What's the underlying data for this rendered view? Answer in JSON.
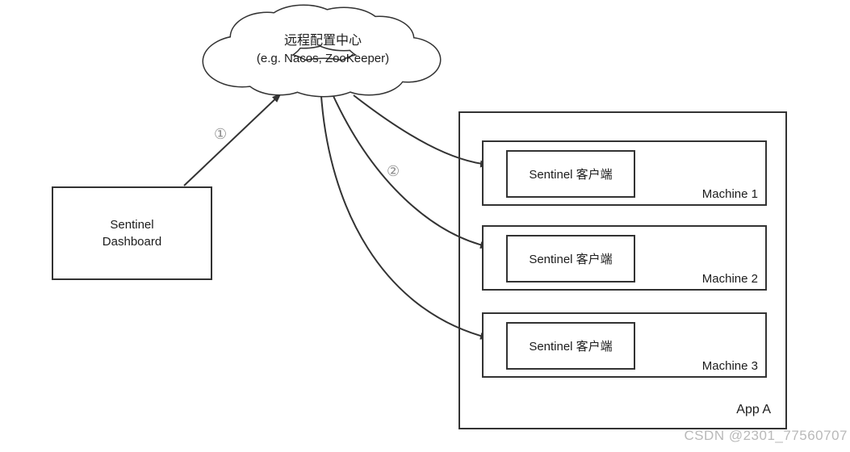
{
  "diagram": {
    "cloud": {
      "title": "远程配置中心",
      "subtitle": "(e.g. Nacos, ZooKeeper)"
    },
    "dashboard": {
      "line1": "Sentinel",
      "line2": "Dashboard"
    },
    "app": {
      "label": "App A",
      "machines": [
        {
          "label": "Machine 1",
          "client_label": "Sentinel 客户端"
        },
        {
          "label": "Machine 2",
          "client_label": "Sentinel 客户端"
        },
        {
          "label": "Machine 3",
          "client_label": "Sentinel 客户端"
        }
      ]
    },
    "steps": {
      "step1_label": "①",
      "step2_label": "②"
    },
    "watermark": "CSDN @2301_77560707",
    "colors": {
      "line": "#333333",
      "text": "#1c1c1c",
      "step_label": "#8c8c8c",
      "watermark": "#b9b9b9"
    }
  }
}
